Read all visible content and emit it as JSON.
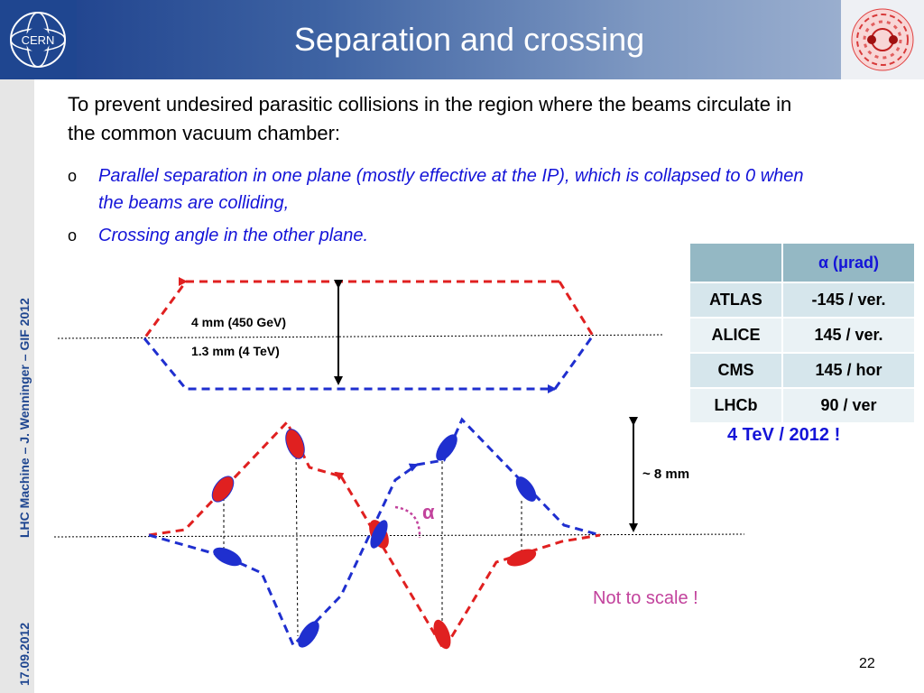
{
  "header": {
    "title": "Separation and crossing",
    "logo_text": "CERN"
  },
  "sidebar": {
    "presenter": "LHC Machine  –  J. Wenninger – GIF 2012",
    "date": "17.09.2012"
  },
  "content": {
    "intro": "To prevent undesired parasitic collisions in the region where the beams circulate in the common vacuum chamber:",
    "bullets": [
      "Parallel separation in one plane (mostly effective at the IP), which is collapsed to 0 when the beams are colliding,",
      "Crossing angle in the other plane."
    ],
    "bullet_marker": "o"
  },
  "table": {
    "header": [
      "",
      "α (μrad)"
    ],
    "rows": [
      [
        "ATLAS",
        "-145 / ver."
      ],
      [
        "ALICE",
        "145 / ver."
      ],
      [
        "CMS",
        "145 / hor"
      ],
      [
        "LHCb",
        "90 / ver"
      ]
    ]
  },
  "note_tev": "4 TeV / 2012 !",
  "diagram": {
    "label_450": "4 mm (450 GeV)",
    "label_4tev": "1.3 mm (4 TeV)",
    "label_8mm": "~ 8 mm",
    "alpha": "α",
    "note_scale": "Not to scale !",
    "colors": {
      "red_beam": "#e02020",
      "blue_beam": "#1f2fcf",
      "alpha": "#c2429c"
    }
  },
  "footer": {
    "page": "22"
  }
}
